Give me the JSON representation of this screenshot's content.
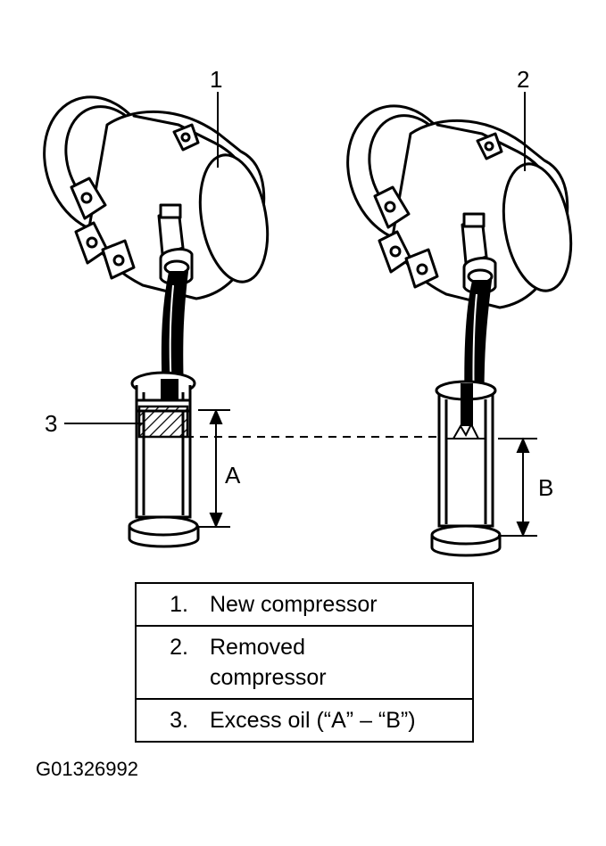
{
  "callouts": {
    "new_compressor": "1",
    "removed_compressor": "2",
    "excess_oil": "3",
    "dimension_a": "A",
    "dimension_b": "B"
  },
  "legend": [
    {
      "number": "1.",
      "text": "New compressor"
    },
    {
      "number": "2.",
      "text": "Removed compressor"
    },
    {
      "number": "3.",
      "text": "Excess oil (“A” – “B”)"
    }
  ],
  "figure_id": "G01326992"
}
